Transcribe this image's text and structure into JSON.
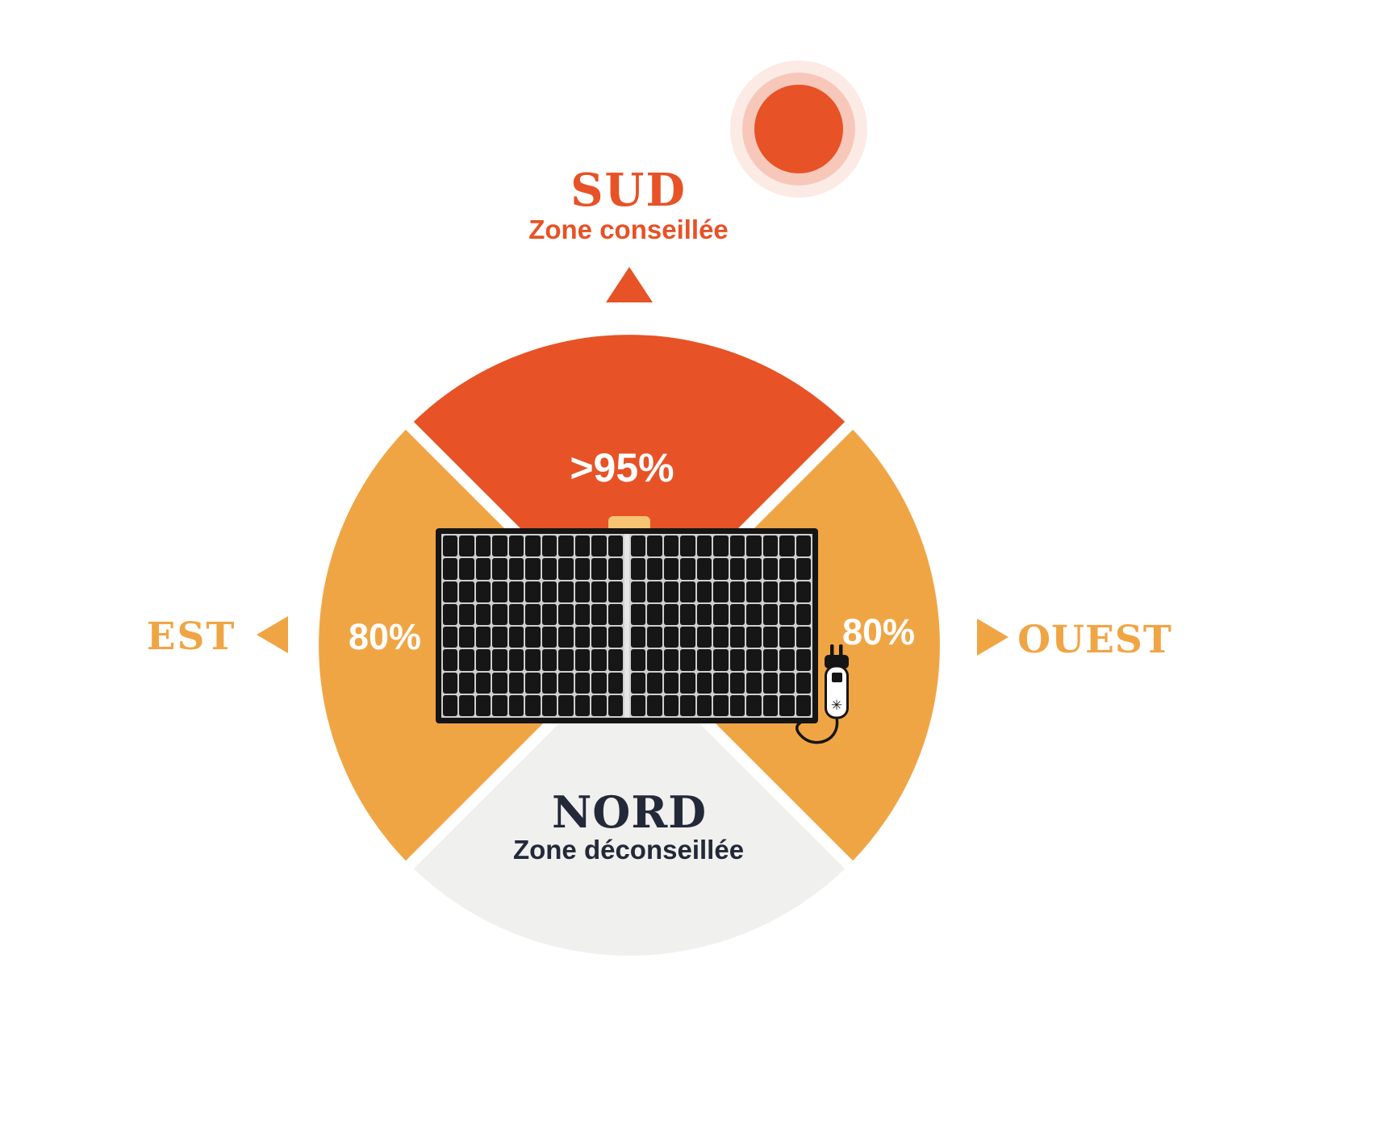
{
  "compass": {
    "south": {
      "label": "SUD",
      "sublabel": "Zone conseillée",
      "value": ">95%"
    },
    "north": {
      "label": "NORD",
      "sublabel": "Zone déconseillée"
    },
    "east": {
      "label": "EST",
      "value": "80%"
    },
    "west": {
      "label": "OUEST",
      "value": "80%"
    }
  },
  "panel": {
    "grid": "11x8",
    "halves": 2
  },
  "icons": {
    "sun": "sun-icon",
    "south_arrow": "triangle-up",
    "east_arrow": "triangle-left",
    "west_arrow": "triangle-right",
    "inverter_symbol": "✳"
  },
  "colors": {
    "red": "#E75226",
    "amber": "#F0A544",
    "gray": "#F0F0EE",
    "dark": "#232939",
    "tab": "#F6C472"
  }
}
